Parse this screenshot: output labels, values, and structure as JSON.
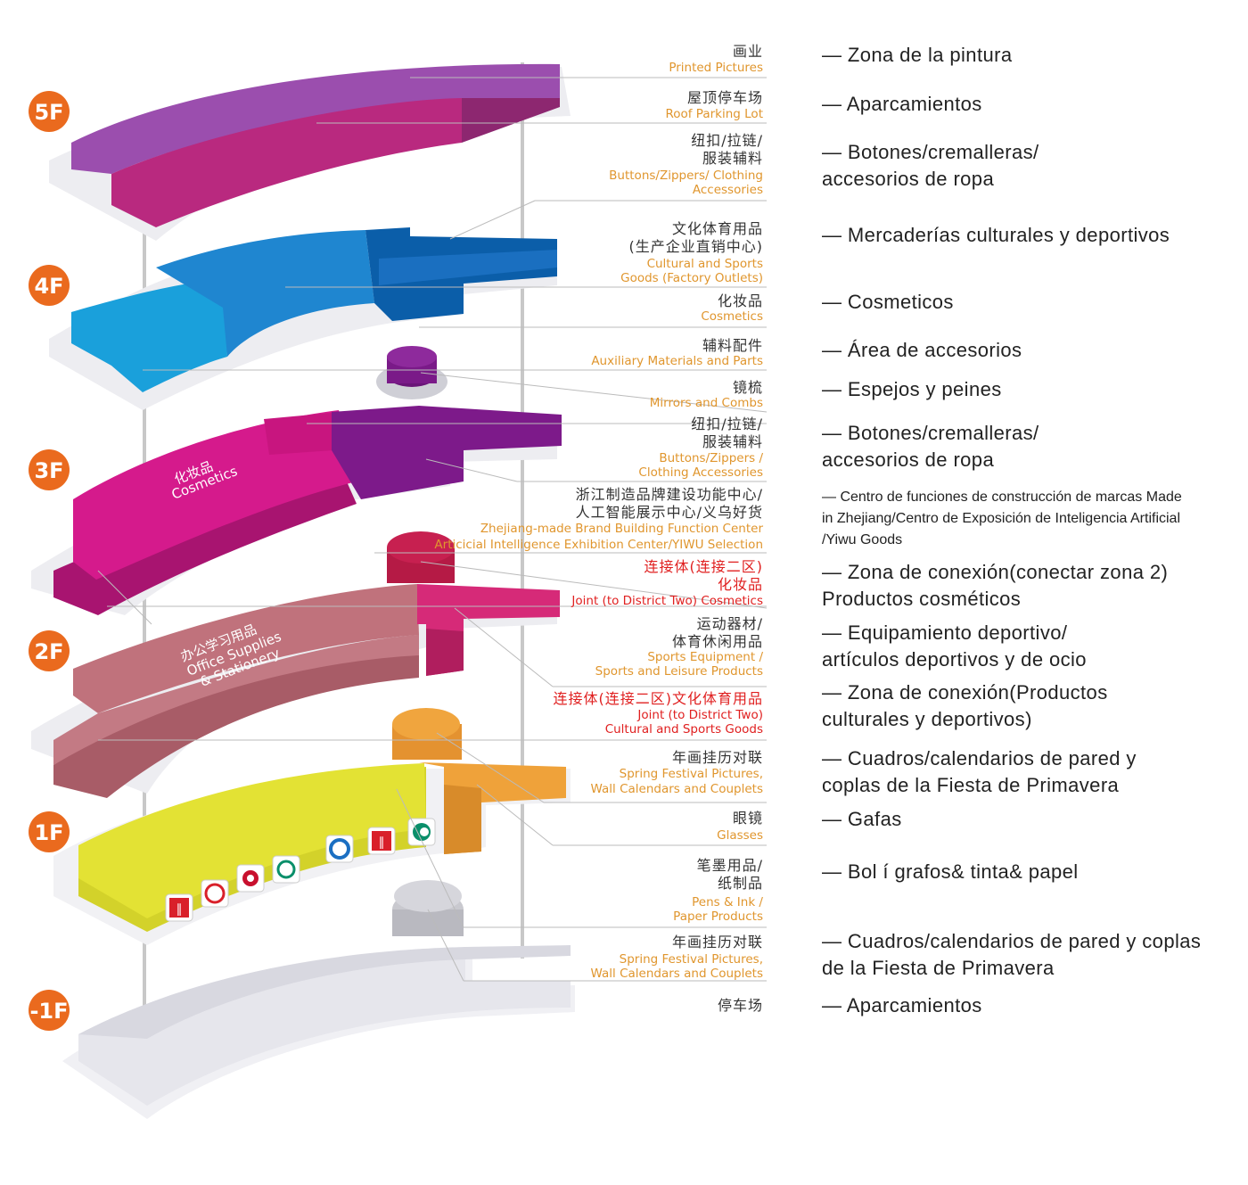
{
  "colors": {
    "badge": "#ea6a1e",
    "floor5": "#b9297f",
    "floor5_back": "#9b4eae",
    "floor4": "#1f86d0",
    "floor3": "#d51a8c",
    "floor3_purple": "#7d1a8a",
    "floor2": "#c0727c",
    "floor1": "#dedd2a",
    "floor1_orange": "#efa23a",
    "floorB1": "#e7e7ec",
    "red_text": "#e02020",
    "orange_text": "#e0962e"
  },
  "floors": [
    {
      "label": "5F"
    },
    {
      "label": "4F"
    },
    {
      "label": "3F"
    },
    {
      "label": "2F"
    },
    {
      "label": "1F"
    },
    {
      "label": "-1F"
    }
  ],
  "floor_labels": {
    "f3_zh": "化妆品",
    "f3_en": "Cosmetics",
    "f2_zh": "办公学习用品",
    "f2_en1": "Office Supplies",
    "f2_en2": "& Stationery"
  },
  "zones": [
    {
      "zh": [
        "画业"
      ],
      "en": [
        "Printed Pictures"
      ],
      "es": [
        "— Zona de la pintura"
      ]
    },
    {
      "zh": [
        "屋顶停车场"
      ],
      "en": [
        "Roof Parking Lot"
      ],
      "es": [
        "— Aparcamientos"
      ]
    },
    {
      "zh": [
        "纽扣/拉链/",
        "服装辅料"
      ],
      "en": [
        "Buttons/Zippers/ Clothing",
        "Accessories"
      ],
      "es": [
        "— Botones/cremalleras/",
        "accesorios de ropa"
      ]
    },
    {
      "zh": [
        "文化体育用品",
        "(生产企业直销中心)"
      ],
      "en": [
        "Cultural and Sports",
        "Goods (Factory Outlets)"
      ],
      "es": [
        "— Mercaderías culturales y deportivos"
      ]
    },
    {
      "zh": [
        "化妆品"
      ],
      "en": [
        "Cosmetics"
      ],
      "es": [
        "— Cosmeticos"
      ]
    },
    {
      "zh": [
        "辅料配件"
      ],
      "en": [
        "Auxiliary Materials and Parts"
      ],
      "es": [
        "— Área de accesorios"
      ]
    },
    {
      "zh": [
        "镜梳"
      ],
      "en": [
        "Mirrors and Combs"
      ],
      "es": [
        "— Espejos y peines"
      ]
    },
    {
      "zh": [
        "纽扣/拉链/",
        "服装辅料"
      ],
      "en": [
        "Buttons/Zippers /",
        "Clothing Accessories"
      ],
      "es": [
        "— Botones/cremalleras/",
        "accesorios de ropa"
      ]
    },
    {
      "zh": [
        "浙江制造品牌建设功能中心/",
        "人工智能展示中心/义乌好货"
      ],
      "en": [
        "Zhejiang-made Brand Building Function Center",
        "Articicial Intelligence Exhibition Center/YIWU Selection"
      ],
      "es": [
        "— Centro de funciones de construcción de marcas Made",
        "in Zhejiang/Centro de Exposición de Inteligencia Artificial",
        "/Yiwu Goods"
      ]
    },
    {
      "zh": [
        "连接体(连接二区)",
        "化妆品"
      ],
      "en": [
        "Joint (to District Two) Cosmetics"
      ],
      "es": [
        "— Zona de conexión(conectar zona 2)",
        "Productos cosméticos"
      ]
    },
    {
      "zh": [
        "运动器材/",
        "体育休闲用品"
      ],
      "en": [
        "Sports Equipment /",
        "Sports and Leisure Products"
      ],
      "es": [
        "— Equipamiento deportivo/",
        "artículos deportivos y de ocio"
      ]
    },
    {
      "zh": [
        "连接体(连接二区)文化体育用品"
      ],
      "en": [
        "Joint (to District Two)",
        "Cultural and Sports Goods"
      ],
      "es": [
        "— Zona de conexión(Productos",
        "culturales y deportivos)"
      ]
    },
    {
      "zh": [
        "年画挂历对联"
      ],
      "en": [
        "Spring Festival Pictures,",
        "Wall Calendars and Couplets"
      ],
      "es": [
        "— Cuadros/calendarios de pared y",
        "coplas de la Fiesta de Primavera"
      ]
    },
    {
      "zh": [
        "眼镜"
      ],
      "en": [
        "Glasses"
      ],
      "es": [
        "— Gafas"
      ]
    },
    {
      "zh": [
        "笔墨用品/",
        "纸制品"
      ],
      "en": [
        "Pens & Ink /",
        "Paper Products"
      ],
      "es": [
        "— Bol í grafos& tinta& papel"
      ]
    },
    {
      "zh": [
        "年画挂历对联"
      ],
      "en": [
        "Spring Festival Pictures,",
        "Wall Calendars and Couplets"
      ],
      "es": [
        "— Cuadros/calendarios de pared y coplas",
        " de la Fiesta de Primavera"
      ]
    },
    {
      "zh": [
        "停车场"
      ],
      "en": [],
      "es": [
        "— Aparcamientos"
      ]
    }
  ]
}
